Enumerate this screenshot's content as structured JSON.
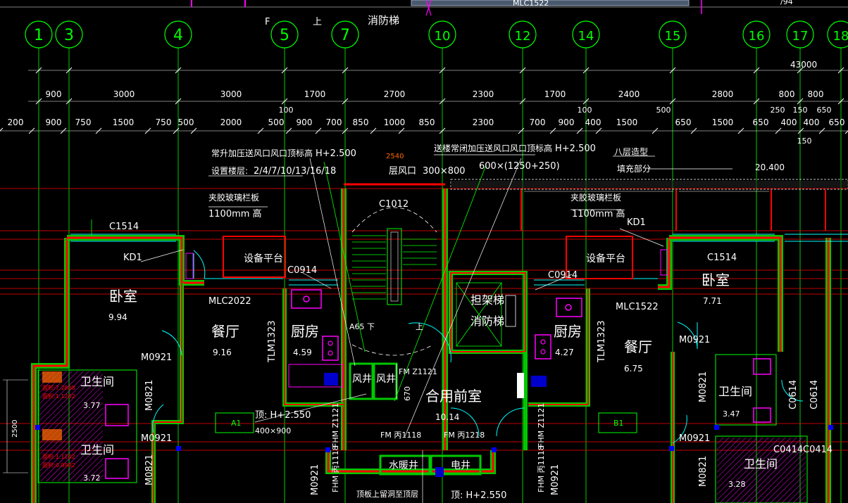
{
  "colors": {
    "background": "#000000",
    "axis": "#00ff00",
    "dimension": "#ffffff",
    "wall_outer": "#00c800",
    "wall_fill": "#ff0000",
    "window": "#00ffff",
    "text": "#ffffff",
    "label_green": "#00ff00",
    "red_line": "#ff0000",
    "magenta": "#ff00ff",
    "yellow": "#ffff00",
    "highlight_box": "#ff0000"
  },
  "top_strip": {
    "texts": [
      "F",
      "上",
      "消防梯",
      "MLC1522",
      "/94"
    ]
  },
  "grid_axes": [
    {
      "label": "1"
    },
    {
      "label": "3"
    },
    {
      "label": "4"
    },
    {
      "label": "5"
    },
    {
      "label": "7"
    },
    {
      "label": "10"
    },
    {
      "label": "12"
    },
    {
      "label": "14"
    },
    {
      "label": "15"
    },
    {
      "label": "16"
    },
    {
      "label": "17"
    },
    {
      "label": "18"
    }
  ],
  "overall_dimension": "43000",
  "dim_row_1": [
    "900",
    "3000",
    "3000",
    "1700",
    "2700",
    "2300",
    "1700",
    "2400",
    "2800",
    "800",
    "800"
  ],
  "dim_row_small": [
    "100",
    "100",
    "500",
    "250",
    "150",
    "650",
    "150"
  ],
  "dim_row_2": [
    "200",
    "900",
    "750",
    "1500",
    "750",
    "500",
    "2000",
    "500",
    "900",
    "700",
    "850",
    "1000",
    "850",
    "2300",
    "700",
    "900",
    "400",
    "1500",
    "650",
    "1500",
    "650",
    "400",
    "400",
    "650"
  ],
  "annotations": [
    {
      "text": "常升加压送风口风口顶标高"
    },
    {
      "text": "H+2.500"
    },
    {
      "text": "设置楼层:"
    },
    {
      "text": "2/4/7/10/13/16/18"
    },
    {
      "text": "2540"
    },
    {
      "text": "层风口"
    },
    {
      "text": "300×800"
    },
    {
      "text": "送楼常闭加压送风口风口顶标高"
    },
    {
      "text": "H+2.500"
    },
    {
      "text": "600×(1250+250)"
    },
    {
      "text": "八层造型"
    },
    {
      "text": "填充部分"
    },
    {
      "text": "20.400"
    },
    {
      "text": "夹胶玻璃栏板"
    },
    {
      "text": "1100mm 高"
    },
    {
      "text": "夹胶玻璃栏板"
    },
    {
      "text": "1100mm 高"
    }
  ],
  "rooms": [
    {
      "name": "卧室",
      "area": "9.94"
    },
    {
      "name": "餐厅",
      "area": "9.16"
    },
    {
      "name": "厨房",
      "area": "4.59"
    },
    {
      "name": "合用前室",
      "area": "10.14"
    },
    {
      "name": "厨房",
      "area": "4.27"
    },
    {
      "name": "餐厅",
      "area": "6.75"
    },
    {
      "name": "卧室",
      "area": "7.71"
    },
    {
      "name": "卫生间",
      "area": "3.77"
    },
    {
      "name": "卫生间",
      "area": "3.72"
    },
    {
      "name": "卫生间",
      "area": "3.47"
    },
    {
      "name": "卫生间",
      "area": "3.28"
    }
  ],
  "equipment_platforms": [
    "设备平台",
    "设备平台"
  ],
  "elevator": [
    "担架梯",
    "消防梯"
  ],
  "shafts": [
    "风井",
    "风井",
    "水暖井",
    "电井"
  ],
  "component_labels": [
    "C1514",
    "C1514",
    "KD1",
    "KD1",
    "C0914",
    "C0914",
    "C1012",
    "MLC2022",
    "MLC1522",
    "TLM1323",
    "TLM1323",
    "M0921",
    "M0921",
    "M0921",
    "M0921",
    "M0921",
    "M0921",
    "M0821",
    "M0821",
    "M0821",
    "M0821",
    "FM Z1121",
    "FM 丙1118",
    "FM 丙1218",
    "FHM Z1121",
    "FHM Z1121",
    "FHM 丙1118",
    "FHM 丙1118",
    "C0614",
    "C0614",
    "C0414",
    "C0414",
    "A65 下",
    "上",
    "670"
  ],
  "bottom_notes": [
    {
      "text": "顶: H+2.550"
    },
    {
      "text": "400×900"
    },
    {
      "text": "顶板上留洞至顶层"
    },
    {
      "text": "顶: H+2.550"
    }
  ],
  "unit_tags": [
    "A1",
    "B1"
  ],
  "vertical_dim": "2500",
  "hatch_notes": [
    "面积:7.2808",
    "面积:1.1202",
    "面积:1.1202",
    "面积:0.9902"
  ]
}
